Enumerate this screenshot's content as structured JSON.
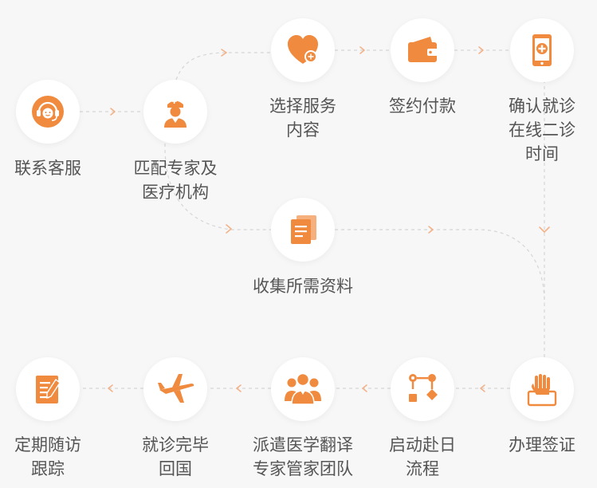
{
  "colors": {
    "accent": "#f08a3e",
    "line": "#d6d6d6",
    "arrow": "#f3b38a",
    "node_bg": "#ffffff",
    "text": "#555555",
    "background": "#f7f7f7"
  },
  "steps": [
    {
      "icon": "headset-agent-icon",
      "lines": [
        "联系客服"
      ]
    },
    {
      "icon": "doctor-icon",
      "lines": [
        "匹配专家及",
        "医疗机构"
      ]
    },
    {
      "icon": "heart-plus-icon",
      "lines": [
        "选择服务",
        "内容"
      ]
    },
    {
      "icon": "wallet-icon",
      "lines": [
        "签约付款"
      ]
    },
    {
      "icon": "medical-phone-icon",
      "lines": [
        "确认就诊",
        "在线二诊",
        "时间"
      ]
    },
    {
      "icon": "documents-icon",
      "lines": [
        "收集所需资料"
      ]
    },
    {
      "icon": "hand-sign-icon",
      "lines": [
        "办理签证"
      ]
    },
    {
      "icon": "workflow-icon",
      "lines": [
        "启动赴日",
        "流程"
      ]
    },
    {
      "icon": "team-icon",
      "lines": [
        "派遣医学翻译",
        "专家管家团队"
      ]
    },
    {
      "icon": "airplane-icon",
      "lines": [
        "就诊完毕",
        "回国"
      ]
    },
    {
      "icon": "notepad-pen-icon",
      "lines": [
        "定期随访",
        "跟踪"
      ]
    }
  ]
}
